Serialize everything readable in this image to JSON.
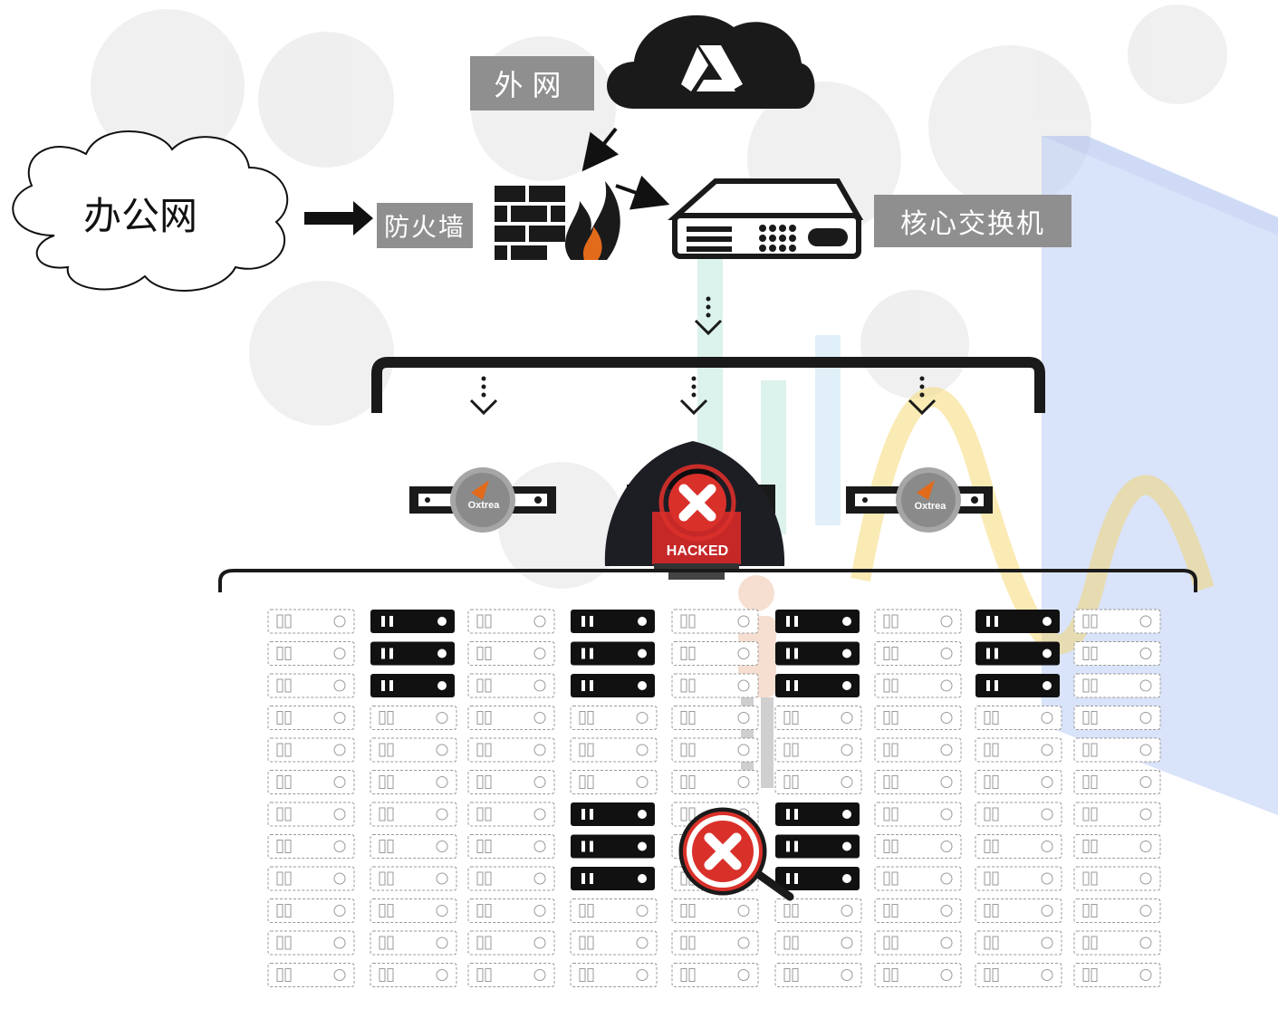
{
  "labels": {
    "office_network": "办公网",
    "wan": "外网",
    "firewall": "防火墙",
    "core_switch": "核心交换机"
  },
  "device_logo": "Oxtrea",
  "hacked_banner": "HACKED",
  "server_grid": {
    "columns": 9,
    "rows": 12,
    "active_cells": [
      [
        1,
        0
      ],
      [
        1,
        1
      ],
      [
        1,
        2
      ],
      [
        3,
        0
      ],
      [
        3,
        1
      ],
      [
        3,
        2
      ],
      [
        5,
        0
      ],
      [
        5,
        1
      ],
      [
        5,
        2
      ],
      [
        7,
        0
      ],
      [
        7,
        1
      ],
      [
        7,
        2
      ],
      [
        3,
        6
      ],
      [
        3,
        7
      ],
      [
        3,
        8
      ],
      [
        5,
        6
      ],
      [
        5,
        7
      ],
      [
        5,
        8
      ]
    ]
  },
  "colors": {
    "label_bg": "#8f8f8f",
    "active_server": "#111111",
    "inactive_server": "#9a9a9a",
    "alert_red": "#d9302a",
    "cloud": "#1a1a1a"
  },
  "icons": [
    "cloud-drive-icon",
    "firewall-icon",
    "core-switch-icon",
    "hacker-icon",
    "alert-x-icon",
    "magnifier-alert-icon"
  ]
}
